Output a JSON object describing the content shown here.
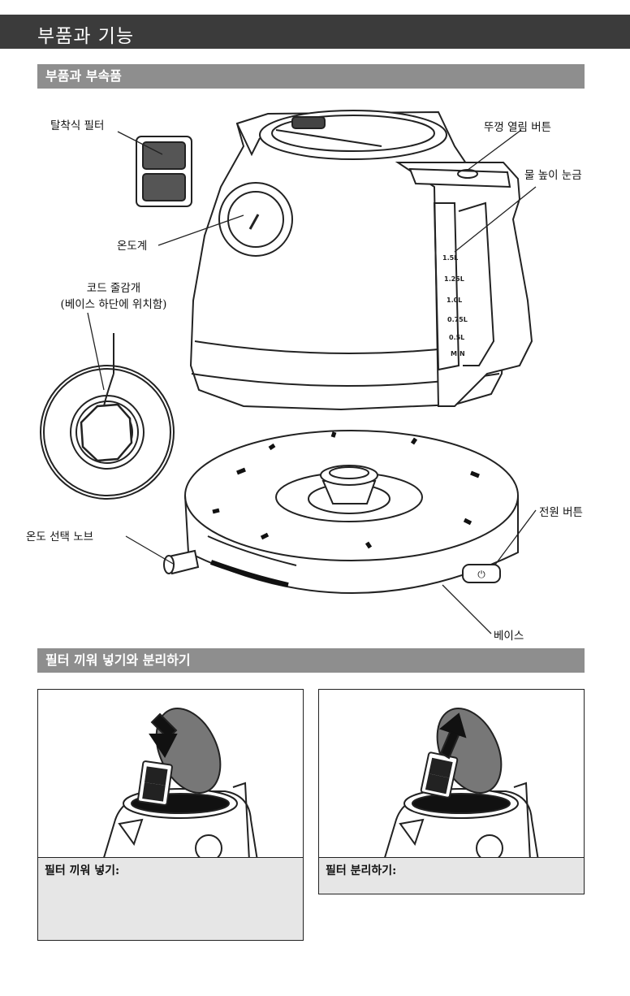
{
  "header": {
    "title": "부품과 기능"
  },
  "sections": {
    "parts": "부품과 부속품",
    "filter": "필터 끼워 넣기와 분리하기"
  },
  "callouts": {
    "removable_filter": "탈착식 필터",
    "lid_release_button": "뚜껑 열림 버튼",
    "water_level": "물 높이 눈금",
    "thermometer": "온도계",
    "cord_wrap_1": "코드 줄감개",
    "cord_wrap_2": "(베이스 하단에 위치함)",
    "temp_knob": "온도 선택 노브",
    "power_button": "전원 버튼",
    "base": "베이스"
  },
  "water_marks": [
    "1.5L",
    "1.25L",
    "1.0L",
    "0.75L",
    "0.5L",
    "MIN"
  ],
  "instructions": {
    "insert_label": "필터 끼워 넣기:",
    "remove_label": "필터 분리하기:"
  },
  "colors": {
    "header_bg": "#3b3b3b",
    "section_bg": "#8e8e8e",
    "caption_bg": "#e6e6e6"
  }
}
